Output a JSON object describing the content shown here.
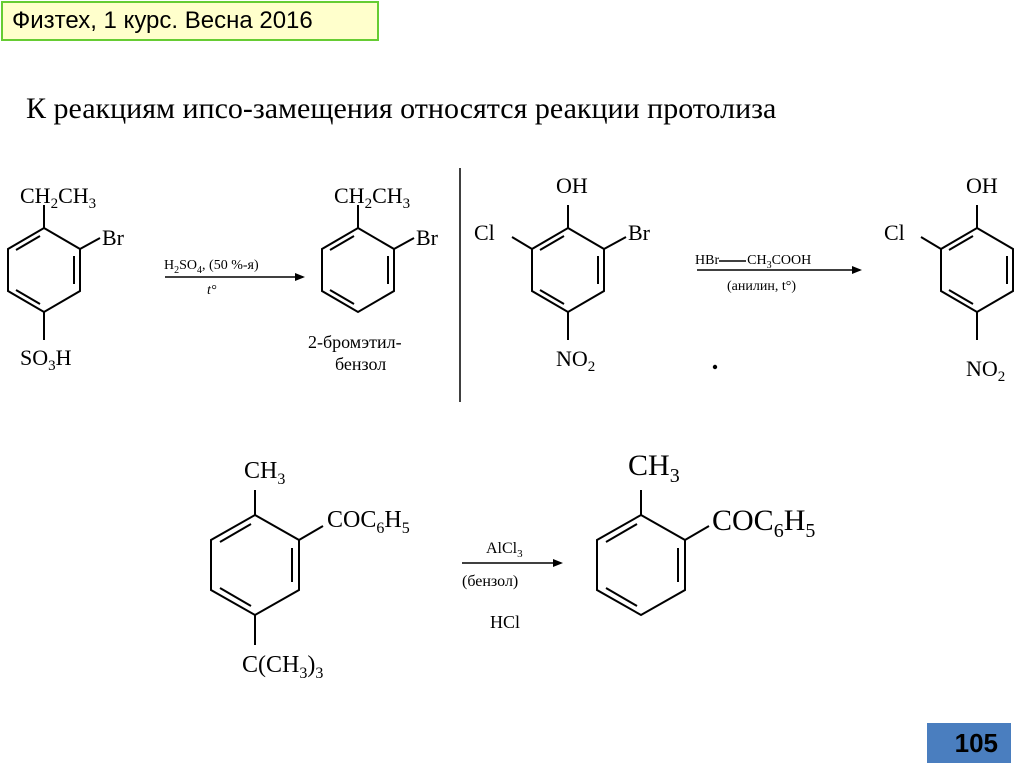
{
  "header": {
    "title": "Физтех, 1 курс. Весна 2016"
  },
  "heading": "К реакциям ипсо-замещения относятся реакции протолиза",
  "page_number": "105",
  "reaction1": {
    "substrate": {
      "top_group": [
        "CH",
        "2",
        "CH",
        "3"
      ],
      "ortho": "Br",
      "bottom_group": [
        "SO",
        "3",
        "H"
      ]
    },
    "conditions": {
      "top": [
        "H",
        "2",
        "SO",
        "4",
        ", (50 %-я)"
      ],
      "bottom": "t°"
    },
    "product": {
      "top_group": [
        "CH",
        "2",
        "CH",
        "3"
      ],
      "ortho": "Br",
      "name_line1": "2-бромэтил-",
      "name_line2": "бензол"
    }
  },
  "reaction2": {
    "substrate": {
      "top_group": "OH",
      "left": "Cl",
      "right": "Br",
      "bottom_group": [
        "NO",
        "2"
      ]
    },
    "conditions": {
      "top": [
        "HBr",
        "—",
        "CH",
        "3",
        "COOH"
      ],
      "bottom": "(анилин, t°)"
    },
    "product": {
      "top_group": "OH",
      "left": "Cl",
      "bottom_group": [
        "NO",
        "2"
      ]
    }
  },
  "reaction3": {
    "substrate": {
      "top_group": [
        "CH",
        "3"
      ],
      "right_group": [
        "COC",
        "6",
        "H",
        "5"
      ],
      "bottom_group": [
        "C(CH",
        "3",
        ")",
        "3"
      ]
    },
    "conditions": {
      "top": [
        "AlCl",
        "3"
      ],
      "middle": "(бензол)",
      "bottom": "HCl"
    },
    "product": {
      "top_group": [
        "CH",
        "3"
      ],
      "right_group": [
        "COC",
        "6",
        "H",
        "5"
      ]
    }
  }
}
